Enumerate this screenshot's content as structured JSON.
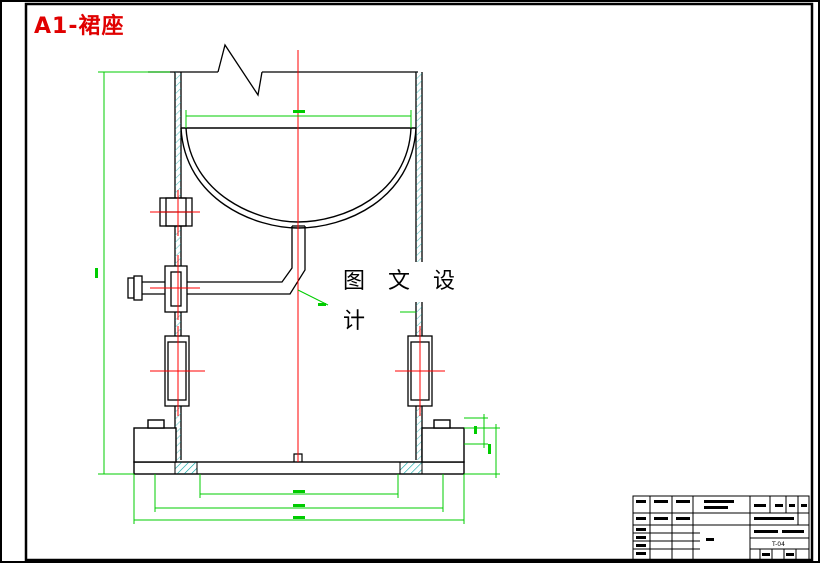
{
  "drawing": {
    "title": "A1-裙座",
    "watermark": "图 文 设 计",
    "title_block_code": "T-04"
  },
  "colors": {
    "outline": "#000000",
    "centerline": "#ff0000",
    "dimension": "#00cc00",
    "hatch": "#00a0a0",
    "title": "#e00000"
  }
}
